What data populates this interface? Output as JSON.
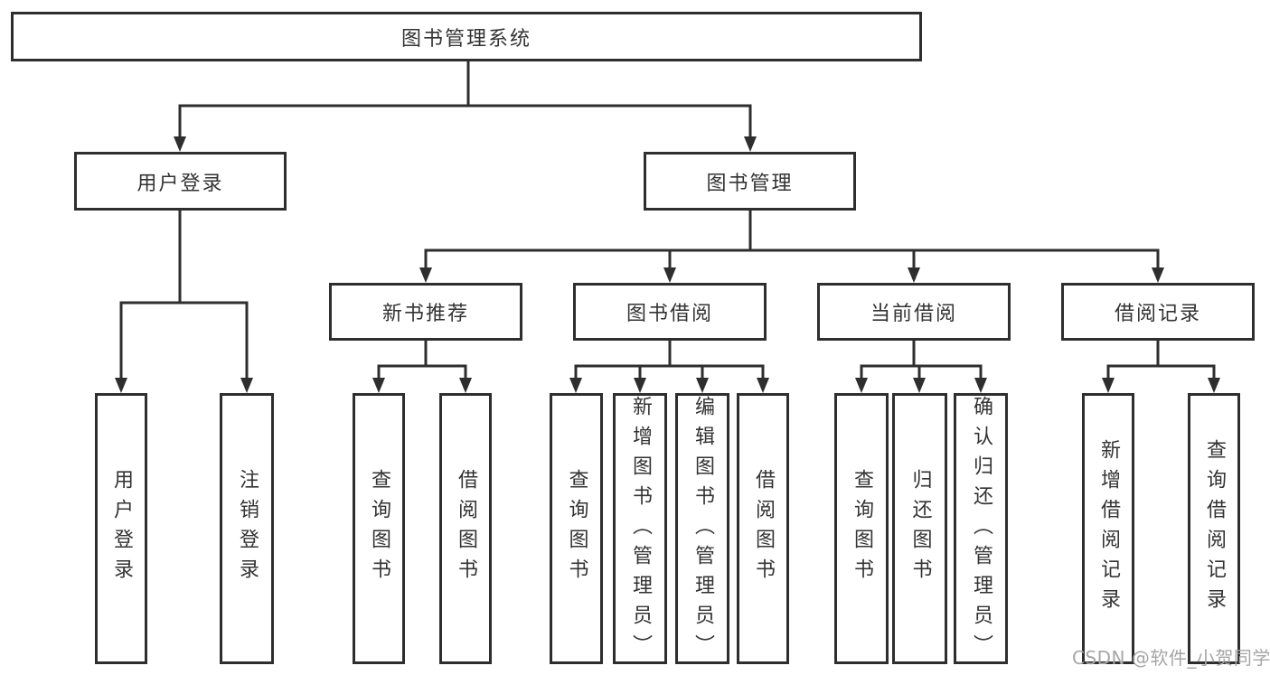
{
  "colors": {
    "line": "#2e2e2e",
    "box_border": "#2e2e2e",
    "text": "#333333",
    "watermark": "#a6a6a6",
    "background": "#ffffff"
  },
  "tree": {
    "root": {
      "label": "图书管理系统"
    },
    "children": [
      {
        "label": "用户登录",
        "children": [
          {
            "label": "用户登录"
          },
          {
            "label": "注销登录"
          }
        ]
      },
      {
        "label": "图书管理",
        "children": [
          {
            "label": "新书推荐",
            "children": [
              {
                "label": "查询图书"
              },
              {
                "label": "借阅图书"
              }
            ]
          },
          {
            "label": "图书借阅",
            "children": [
              {
                "label": "查询图书"
              },
              {
                "label": "新增图书（管理员）"
              },
              {
                "label": "编辑图书（管理员）"
              },
              {
                "label": "借阅图书"
              }
            ]
          },
          {
            "label": "当前借阅",
            "children": [
              {
                "label": "查询图书"
              },
              {
                "label": "归还图书"
              },
              {
                "label": "确认归还（管理员）"
              }
            ]
          },
          {
            "label": "借阅记录",
            "children": [
              {
                "label": "新增借阅记录"
              },
              {
                "label": "查询借阅记录"
              }
            ]
          }
        ]
      }
    ]
  },
  "watermark": {
    "text": "CSDN @软件_小贺同学"
  }
}
